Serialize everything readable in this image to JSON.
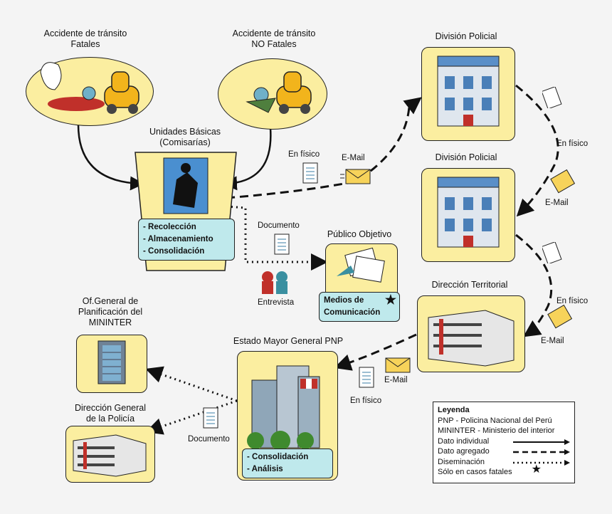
{
  "nodes": {
    "acc_fatal": "Accidente de tránsito\nFatales",
    "acc_nofatal": "Accidente de tránsito\nNO Fatales",
    "unidades": "Unidades Básicas\n(Comisarías)",
    "unidades_items": [
      "- Recolección",
      "- Almacenamiento",
      "- Consolidación"
    ],
    "div1": "División Policial",
    "div2": "División Policial",
    "dir_terr": "Dirección Territorial",
    "publico": "Público Objetivo",
    "medios": "Medios de\nComunicación",
    "estado": "Estado Mayor General PNP",
    "estado_items": [
      "- Consolidación",
      "- Análisis"
    ],
    "ofgeneral": "Of.General de\nPlanificación del\nMININTER",
    "dirgeneral": "Dirección General\nde la Policía"
  },
  "edge_labels": {
    "enfisico_1": "En físico",
    "email_1": "E-Mail",
    "enfisico_2": "En físico",
    "email_2": "E-Mail",
    "enfisico_3": "En físico",
    "email_3": "E-Mail",
    "enfisico_4": "En físico",
    "email_4": "E-Mail",
    "documento_1": "Documento",
    "entrevista": "Entrevista",
    "documento_2": "Documento"
  },
  "legend": {
    "title": "Leyenda",
    "lines": [
      "PNP - Policina Nacional del Perú",
      "MININTER - Ministerio del interior"
    ],
    "dato_individual": "Dato individual",
    "dato_agregado": "Dato agregado",
    "diseminacion": "Diseminación",
    "fatales": "Sólo en casos fatales"
  }
}
